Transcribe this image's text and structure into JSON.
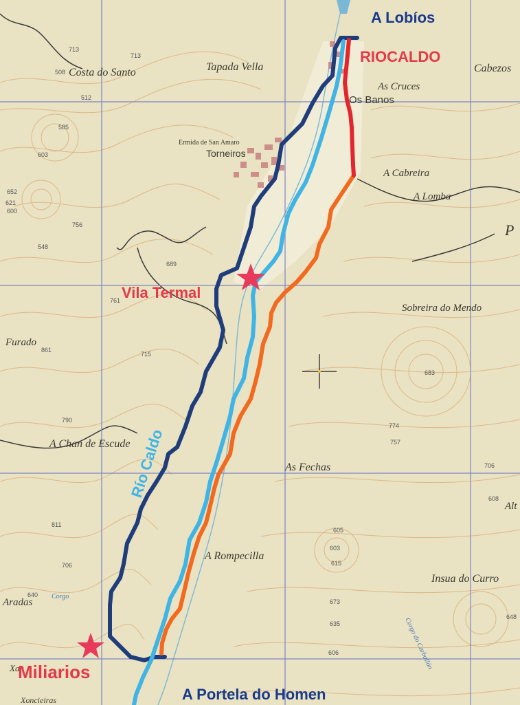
{
  "labels": {
    "a_lobios": "A Lobíos",
    "riocaldo": "RIOCALDO",
    "vila_termal": "Vila Termal",
    "miliarios": "Miliarios",
    "a_portela": "A Portela do Homen",
    "rio_caldo": "Río Caldo"
  },
  "places": {
    "tapada_vella": "Tapada Vella",
    "costa_do_santo": "Costa do Santo",
    "cabezos": "Cabezos",
    "as_cruces": "As Cruces",
    "os_banos": "Os Banos",
    "torneiros": "Torneiros",
    "ermida": "Ermida de San Amaro",
    "a_cabreira": "A Cabreira",
    "a_lomba": "A Lomba",
    "sobreira_do_mendo": "Sobreira do Mendo",
    "furado": "Furado",
    "a_chan_de_escudeiro": "A Chan de Escude",
    "as_fechas": "As Fechas",
    "a_rompecilla": "A Rompecilla",
    "insua_do_curro": "Insua do Curro",
    "aradas": "Aradas",
    "xan": "Xan",
    "p_edge": "P",
    "alt_edge": "Alt",
    "corgo": "Corgo",
    "corgo_do_carballon": "Corgo do Carballón",
    "xoncieiras": "Xoncieiras"
  },
  "elevations": [
    "713",
    "713",
    "508",
    "512",
    "585",
    "603",
    "652",
    "621",
    "600",
    "756",
    "548",
    "689",
    "761",
    "715",
    "861",
    "790",
    "683",
    "774",
    "757",
    "706",
    "608",
    "605",
    "603",
    "615",
    "811",
    "673",
    "635",
    "648",
    "706",
    "640",
    "606"
  ],
  "colors": {
    "route_navy": "#1f3d7a",
    "route_lightblue": "#3fb4e5",
    "route_orange": "#f26a1f",
    "route_red": "#e3262d",
    "star": "#e83a5c",
    "label_red": "#e33a4a",
    "label_navy": "#1a3a8a",
    "river_label": "#3fb4e5",
    "grid": "#7b86c4",
    "contour": "#d8a86a",
    "background": "#e8e1c0"
  }
}
